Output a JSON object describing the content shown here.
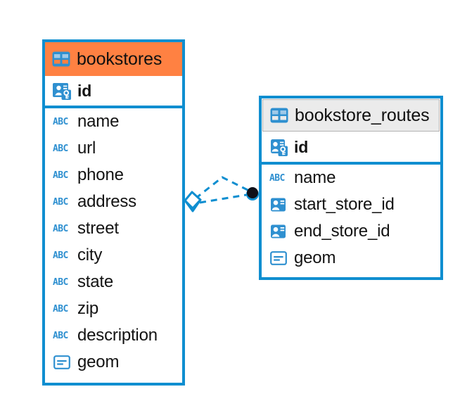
{
  "diagram": {
    "type": "entity-relationship-diagram",
    "background": "#ffffff",
    "accent_color": "#0f8ed0",
    "header_highlight_color": "#ff8142",
    "header_neutral_color": "#ebebeb",
    "text_color": "#131313"
  },
  "entities": [
    {
      "id": "bookstores",
      "name": "bookstores",
      "header_icon": "table-icon",
      "header_style": "orange",
      "fields": [
        {
          "name": "id",
          "icon": "primary-key-icon",
          "key": "pk"
        },
        {
          "name": "name",
          "icon": "abc-icon",
          "key": ""
        },
        {
          "name": "url",
          "icon": "abc-icon",
          "key": ""
        },
        {
          "name": "phone",
          "icon": "abc-icon",
          "key": ""
        },
        {
          "name": "address",
          "icon": "abc-icon",
          "key": ""
        },
        {
          "name": "street",
          "icon": "abc-icon",
          "key": ""
        },
        {
          "name": "city",
          "icon": "abc-icon",
          "key": ""
        },
        {
          "name": "state",
          "icon": "abc-icon",
          "key": ""
        },
        {
          "name": "zip",
          "icon": "abc-icon",
          "key": ""
        },
        {
          "name": "description",
          "icon": "abc-icon",
          "key": ""
        },
        {
          "name": "geom",
          "icon": "geometry-icon",
          "key": ""
        }
      ]
    },
    {
      "id": "bookstore_routes",
      "name": "bookstore_routes",
      "header_icon": "table-icon",
      "header_style": "gray",
      "fields": [
        {
          "name": "id",
          "icon": "primary-key-icon",
          "key": "pk"
        },
        {
          "name": "name",
          "icon": "abc-icon",
          "key": ""
        },
        {
          "name": "start_store_id",
          "icon": "foreign-key-icon",
          "key": "fk"
        },
        {
          "name": "end_store_id",
          "icon": "foreign-key-icon",
          "key": "fk"
        },
        {
          "name": "geom",
          "icon": "geometry-icon",
          "key": ""
        }
      ]
    }
  ],
  "relationship": {
    "from_entity": "bookstores",
    "to_entity": "bookstore_routes",
    "line_style": "dashed",
    "line_color": "#0f8ed0",
    "source_marker": "diamond-marker",
    "target_marker": "dot-marker"
  },
  "icon_glyphs": {
    "abc-icon": "ABC"
  }
}
